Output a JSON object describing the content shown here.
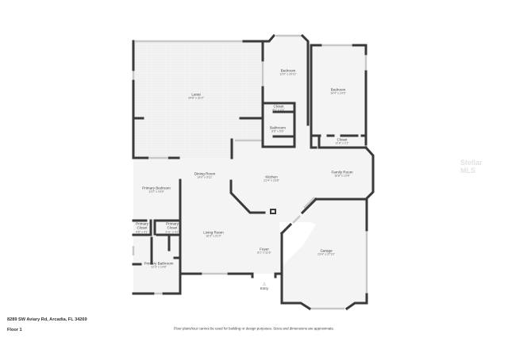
{
  "property": {
    "address": "8289 SW Aviary Rd, Arcadia, FL 34269",
    "floor": "Floor 1"
  },
  "disclaimer": "Floor plans/tour cannot be used for building or design purposes. Sizes and dimensions are approximate.",
  "watermark": "Stellar MLS",
  "entry": {
    "label": "Entry",
    "icon": "entry-arrow-icon"
  },
  "rooms": {
    "lanai": {
      "name": "Lanai",
      "dims": "34'8\" x 31'0\""
    },
    "bedroom1": {
      "name": "Bedroom",
      "dims": "12'0\" x 20'11\""
    },
    "bedroom2": {
      "name": "Bedroom",
      "dims": "14'4\" x 14'3\""
    },
    "closet1": {
      "name": "Closet",
      "dims": "4'1\" x 2'1\""
    },
    "bathroom": {
      "name": "Bathroom",
      "dims": "8'6\" x 5'6\""
    },
    "closet2": {
      "name": "Closet",
      "dims": "12'8\" x 2'1\""
    },
    "dining": {
      "name": "Dining Room",
      "dims": "14'0\" x 9'11\""
    },
    "kitchen": {
      "name": "Kitchen",
      "dims": "21'4\" x 23'8\""
    },
    "family": {
      "name": "Family Room",
      "dims": "16'8\" x 13'8\""
    },
    "primary_bedroom": {
      "name": "Primary Bedroom",
      "dims": "13'2\" x 16'8\""
    },
    "primary_closet1": {
      "name": "Primary Closet",
      "dims": "4'8\" x 4'1\""
    },
    "primary_closet2": {
      "name": "Primary Closet",
      "dims": "3'11\" x 4'1\""
    },
    "living": {
      "name": "Living Room",
      "dims": "18'3\" x 21'0\""
    },
    "foyer": {
      "name": "Foyer",
      "dims": "8'1\" x 11'6\""
    },
    "primary_bathroom": {
      "name": "Primary Bathroom",
      "dims": "12'3\" x 14'8\""
    },
    "garage": {
      "name": "Garage",
      "dims": "23'4\" x 27'10\""
    }
  }
}
